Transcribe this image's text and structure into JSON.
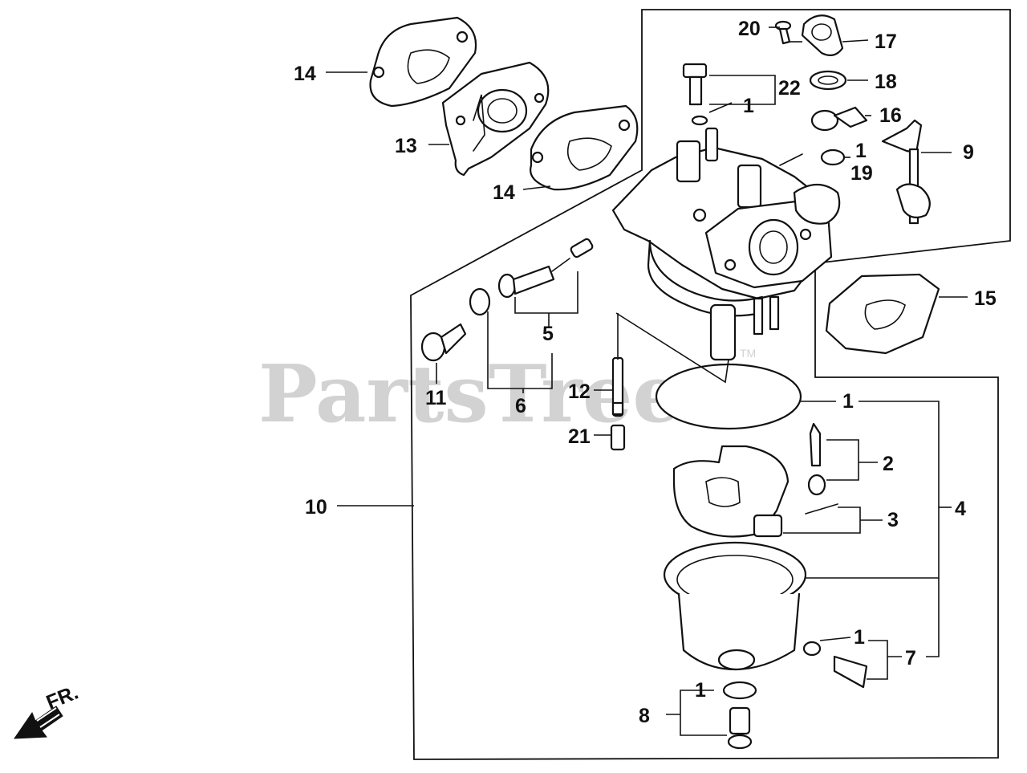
{
  "watermark": {
    "text": "PartsTree",
    "tm": "TM"
  },
  "direction": {
    "label": "FR."
  },
  "callouts": {
    "c1a": "1",
    "c1b": "1",
    "c1c": "1",
    "c1d": "1",
    "c1e": "1",
    "c2": "2",
    "c3": "3",
    "c4": "4",
    "c5": "5",
    "c6": "6",
    "c7": "7",
    "c8": "8",
    "c9": "9",
    "c10": "10",
    "c11": "11",
    "c12": "12",
    "c13": "13",
    "c14a": "14",
    "c14b": "14",
    "c15": "15",
    "c16": "16",
    "c17": "17",
    "c18": "18",
    "c19": "19",
    "c20": "20",
    "c21": "21",
    "c22": "22"
  }
}
